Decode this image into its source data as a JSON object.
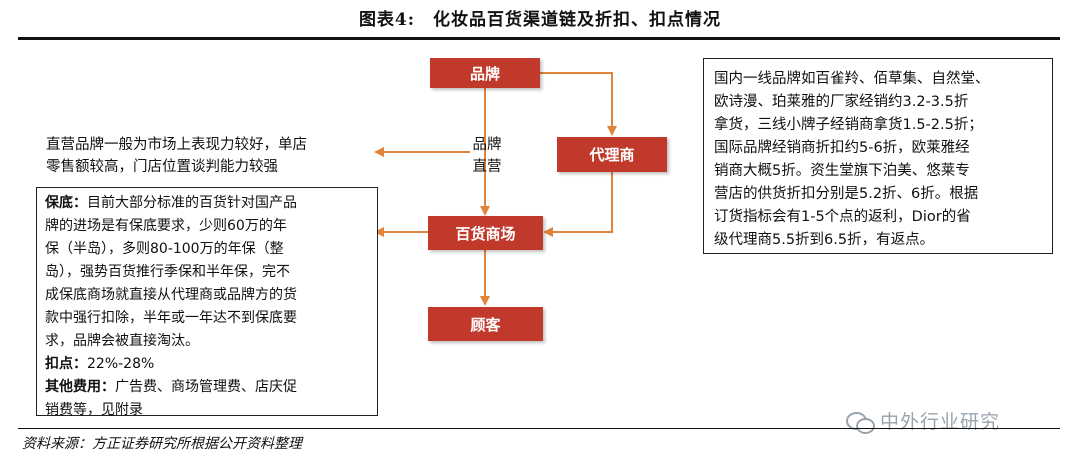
{
  "title": "图表4:　化妆品百货渠道链及折扣、扣点情况",
  "nodes": {
    "brand": "品牌",
    "agent": "代理商",
    "department_store": "百货商场",
    "customer": "顾客"
  },
  "edge_label": {
    "line1": "品牌",
    "line2": "直营"
  },
  "direct_note": {
    "line1": "直营品牌一般为市场上表现力较好，单店",
    "line2": "零售额较高，门店位置谈判能力较强"
  },
  "left_box": {
    "guarantee_label": "保底：",
    "guarantee_l1": "目前大部分标准的百货针对国产品",
    "guarantee_l2": "牌的进场是有保底要求，少则60万的年",
    "guarantee_l3": "保（半岛），多则80-100万的年保（整",
    "guarantee_l4": "岛），强势百货推行季保和半年保，完不",
    "guarantee_l5": "成保底商场就直接从代理商或品牌方的货",
    "guarantee_l6": "款中强行扣除，半年或一年达不到保底要",
    "guarantee_l7": "求，品牌会被直接淘汰。",
    "deduction_label": "扣点：",
    "deduction_text": "22%-28%",
    "other_label": "其他费用：",
    "other_l1": "广告费、商场管理费、店庆促",
    "other_l2": "销费等，见附录"
  },
  "right_box": {
    "l1": "国内一线品牌如百雀羚、佰草集、自然堂、",
    "l2": "欧诗漫、珀莱雅的厂家经销约3.2-3.5折",
    "l3": "拿货，三线小牌子经销商拿货1.5-2.5折；",
    "l4": "国际品牌经销商折扣约5-6折，欧莱雅经",
    "l5": "销商大概5折。资生堂旗下泊美、悠莱专",
    "l6": "营店的供货折扣分别是5.2折、6折。根据",
    "l7": "订货指标会有1-5个点的返利，Dior的省",
    "l8": "级代理商5.5折到6.5折，有返点。"
  },
  "source": "资料来源：方正证券研究所根据公开资料整理",
  "watermark": "中外行业研究",
  "colors": {
    "node_fill": "#c0392b",
    "arrow": "#e0843c",
    "text": "#111111"
  },
  "icons": {
    "watermark_icon": "wechat-icon"
  }
}
